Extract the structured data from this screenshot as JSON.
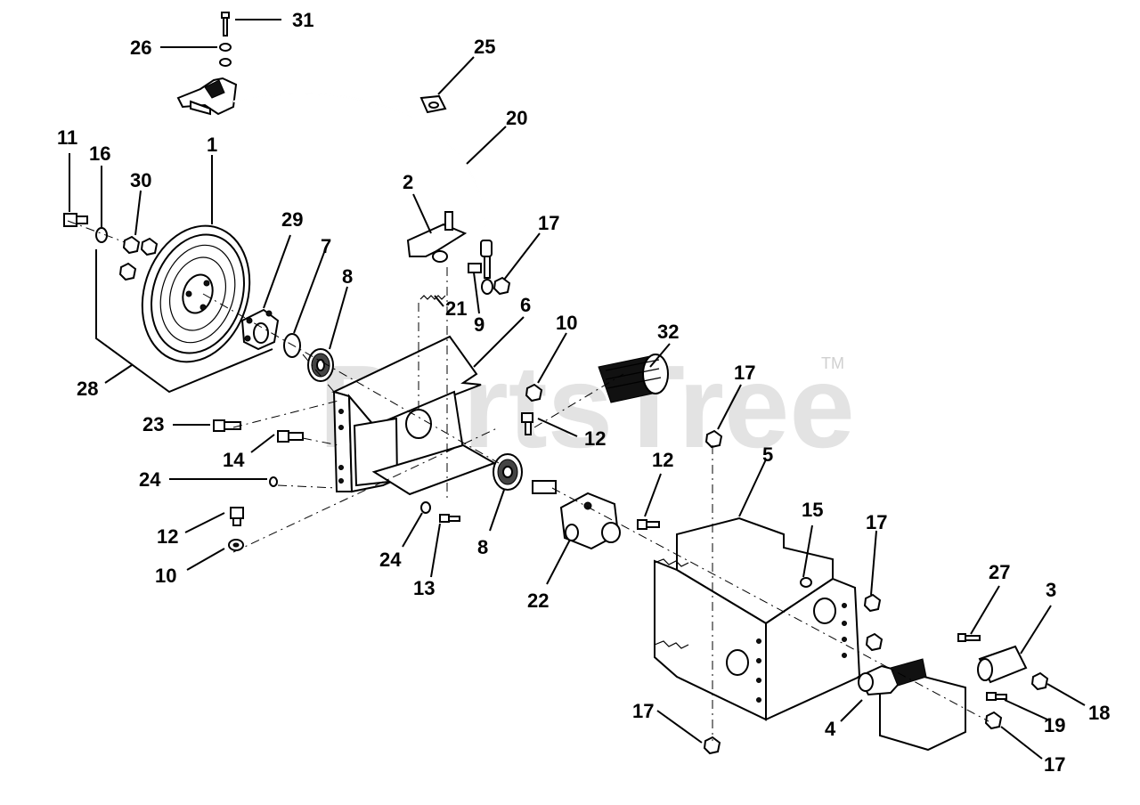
{
  "watermark": {
    "text": "PartsTree",
    "trademark": "TM"
  },
  "callouts": {
    "c31": "31",
    "c26": "26",
    "c25": "25",
    "c20": "20",
    "c11": "11",
    "c16": "16",
    "c30": "30",
    "c1": "1",
    "c2": "2",
    "c17a": "17",
    "c29": "29",
    "c7": "7",
    "c8a": "8",
    "c21": "21",
    "c9": "9",
    "c6": "6",
    "c10a": "10",
    "c32": "32",
    "c17b": "17",
    "c28": "28",
    "c23": "23",
    "c12a": "12",
    "c14": "14",
    "c24a": "24",
    "c12b": "12",
    "c5": "5",
    "c12c": "12",
    "c10b": "10",
    "c24b": "24",
    "c13": "13",
    "c8b": "8",
    "c22": "22",
    "c15": "15",
    "c17c": "17",
    "c27": "27",
    "c3": "3",
    "c18": "18",
    "c17d": "17",
    "c4": "4",
    "c19": "19",
    "c17e": "17"
  }
}
